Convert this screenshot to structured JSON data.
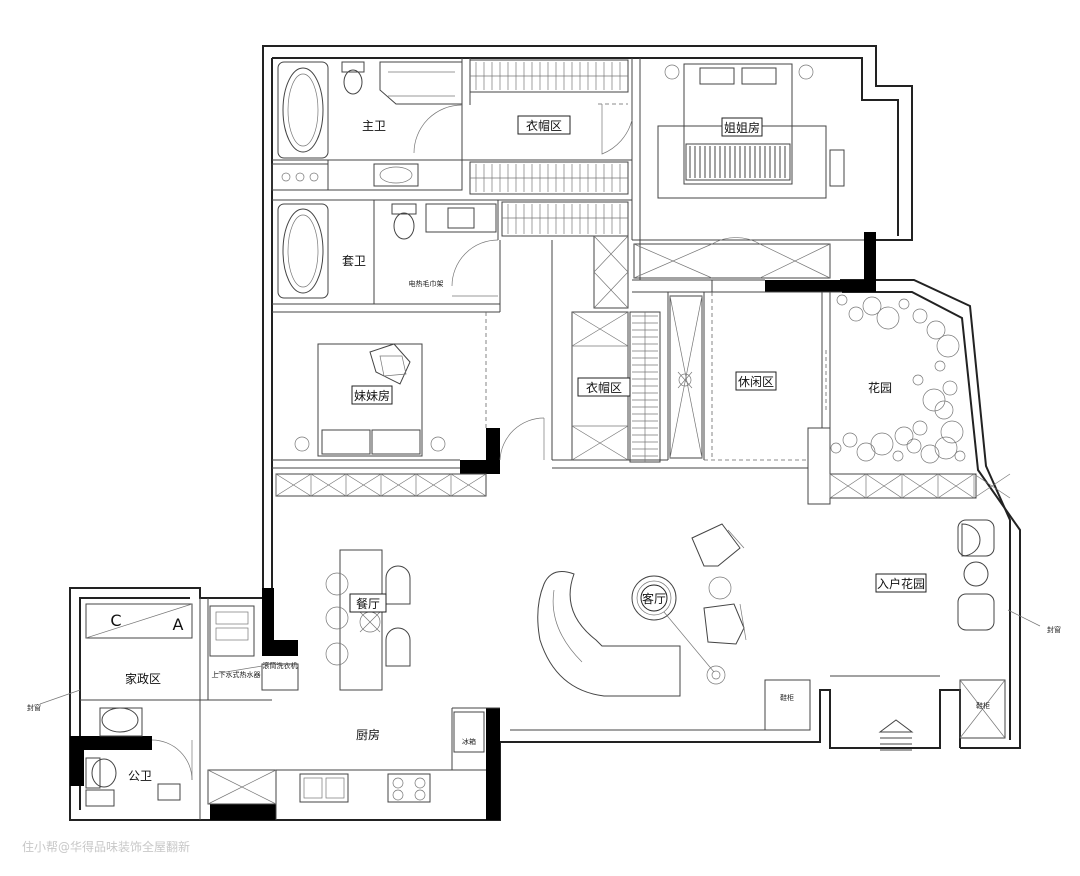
{
  "rooms": {
    "master_bath": "主卫",
    "cloakroom_top": "衣帽区",
    "elder_sister_room": "姐姐房",
    "ensuite_bath": "套卫",
    "younger_sister_room": "妹妹房",
    "cloakroom_mid": "衣帽区",
    "leisure_area": "休闲区",
    "garden": "花园",
    "dining": "餐厅",
    "living": "客厅",
    "entry_garden": "入户花园",
    "utility_area": "家政区",
    "kitchen": "厨房",
    "public_bath": "公卫"
  },
  "annotations": {
    "towel_rack": "电热毛巾架",
    "washer": "滚筒洗衣机",
    "water_heater": "上下水式热水器",
    "shoe_cabinet_left": "鞋柜",
    "shoe_cabinet_right": "鞋柜",
    "fridge": "冰箱",
    "letter_c": "C",
    "letter_a": "A",
    "sealed_window_left": "封窗",
    "sealed_window_right": "封窗"
  },
  "watermark": "住小帮@华得品味装饰全屋翻新"
}
